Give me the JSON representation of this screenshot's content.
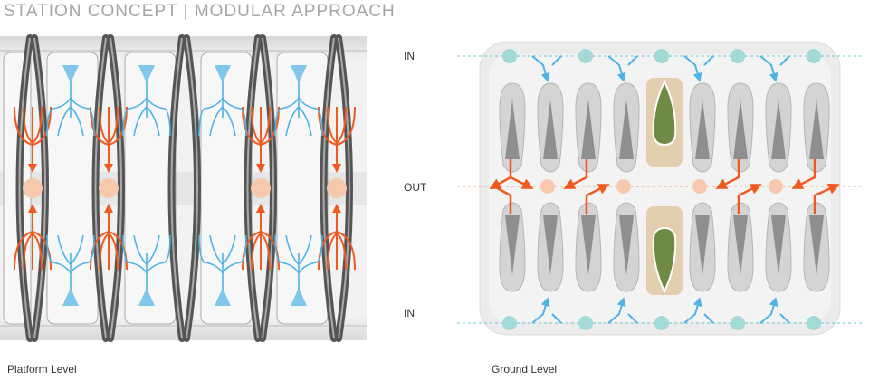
{
  "header": {
    "title": "STATION CONCEPT | MODULAR APPROACH"
  },
  "platform": {
    "caption": "Platform Level"
  },
  "ground": {
    "caption": "Ground Level",
    "label_in_top": "IN",
    "label_out": "OUT",
    "label_in_bottom": "IN"
  },
  "colors": {
    "inflow": "#4fb3e6",
    "outflow": "#f05a1e",
    "stop_blue": "#a3d9d7",
    "stop_orange": "#f6c8ad",
    "track": "#5a5a5a",
    "green": "#6e8a44"
  }
}
